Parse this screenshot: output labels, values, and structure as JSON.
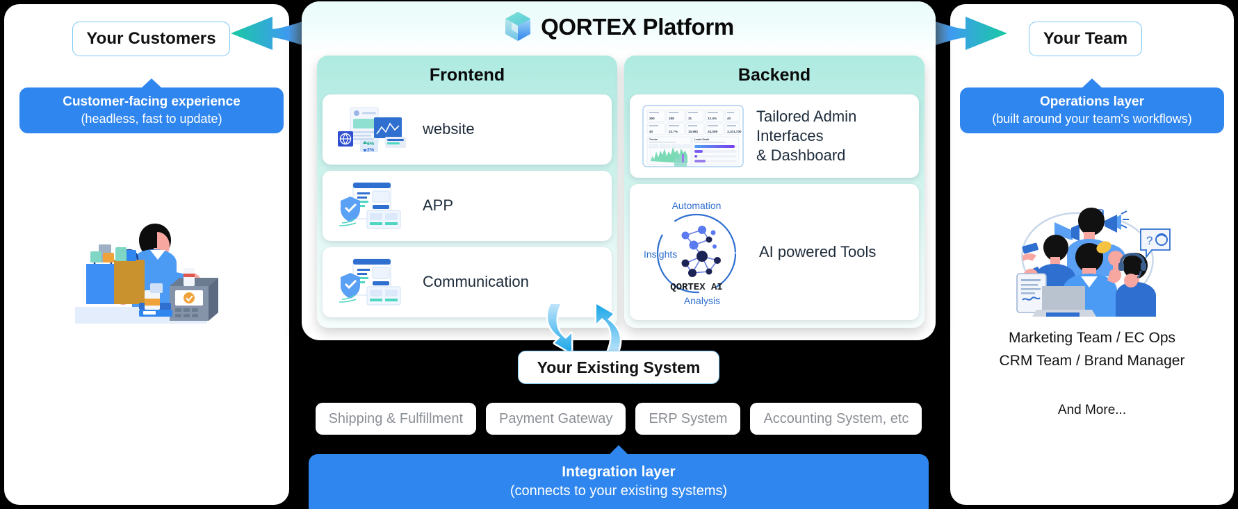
{
  "brand": {
    "title": "QORTEX Platform",
    "logo_icon": "qortex-cube-logo"
  },
  "left_panel": {
    "pill_label": "Your Customers",
    "callout_line1": "Customer-facing experience",
    "callout_line2": "(headless, fast to update)",
    "illustration": "customer-checkout-illustration"
  },
  "right_panel": {
    "pill_label": "Your Team",
    "callout_line1": "Operations layer",
    "callout_line2": "(built around your team's workflows)",
    "illustration": "team-collaboration-illustration",
    "roles_line1": "Marketing Team / EC Ops",
    "roles_line2": "CRM Team / Brand Manager",
    "and_more": "And More..."
  },
  "columns": [
    {
      "title": "Frontend",
      "rows": [
        {
          "label": "website",
          "icon": "website-analytics-thumbnail"
        },
        {
          "label": "APP",
          "icon": "app-secure-dashboard-thumbnail"
        },
        {
          "label": "Communication",
          "icon": "communication-secure-dashboard-thumbnail"
        }
      ]
    },
    {
      "title": "Backend",
      "rows": [
        {
          "label": "Tailored Admin\nInterfaces\n& Dashboard",
          "icon": "admin-dashboard-thumbnail"
        },
        {
          "label": "AI powered Tools",
          "icon": "qortex-ai-network-diagram"
        }
      ]
    }
  ],
  "ai_diagram": {
    "top_label": "Automation",
    "left_label": "Insights",
    "bottom_label": "Analysis",
    "center_label": "QORTEX AI"
  },
  "existing_system": {
    "label": "Your  Existing System"
  },
  "integration_chips": [
    "Shipping & Fulfillment",
    "Payment Gateway",
    "ERP System",
    "Accounting System, etc"
  ],
  "integration_bar": {
    "line1": "Integration layer",
    "line2": "(connects to your existing systems)"
  },
  "colors": {
    "accent_blue": "#2f86ef",
    "pill_border": "#7cc8f5",
    "column_mint": "#aeeae0",
    "arrow_teal": "#1fc9a4",
    "arrow_blue": "#2f86ef",
    "background": "#000000",
    "panel_white": "#ffffff"
  }
}
